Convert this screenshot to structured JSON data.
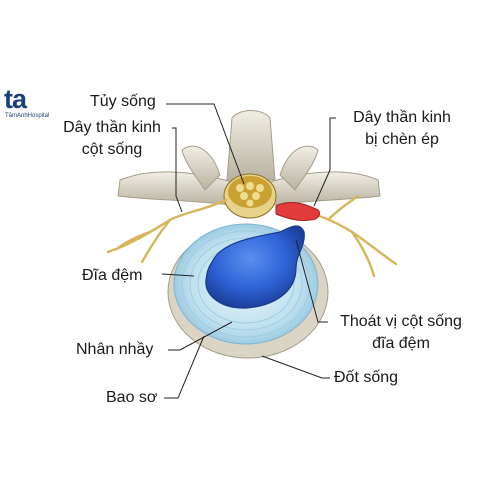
{
  "logo": {
    "mark": "ta",
    "text": "TâmAnhHospital"
  },
  "labels": {
    "tuy_song": "Tủy sống",
    "day_than_kinh_cot_song_1": "Dây thần kinh",
    "day_than_kinh_cot_song_2": "cột sống",
    "day_than_kinh_bi_chen_ep_1": "Dây thần kinh",
    "day_than_kinh_bi_chen_ep_2": "bị chèn ép",
    "dia_dem": "Đĩa đệm",
    "thoat_vi_1": "Thoát vị cột sống",
    "thoat_vi_2": "đĩa đệm",
    "nhan_nhay": "Nhân nhầy",
    "dot_song": "Đốt sống",
    "bao_so": "Bao sơ"
  },
  "colors": {
    "annulus": "#bfe0ef",
    "nucleus": "#2f63d6",
    "bone": "#d9d4c4",
    "nerve": "#d8b55a",
    "compressed_nerve": "#e23b3b",
    "spinal_cord": "#c9a233"
  }
}
